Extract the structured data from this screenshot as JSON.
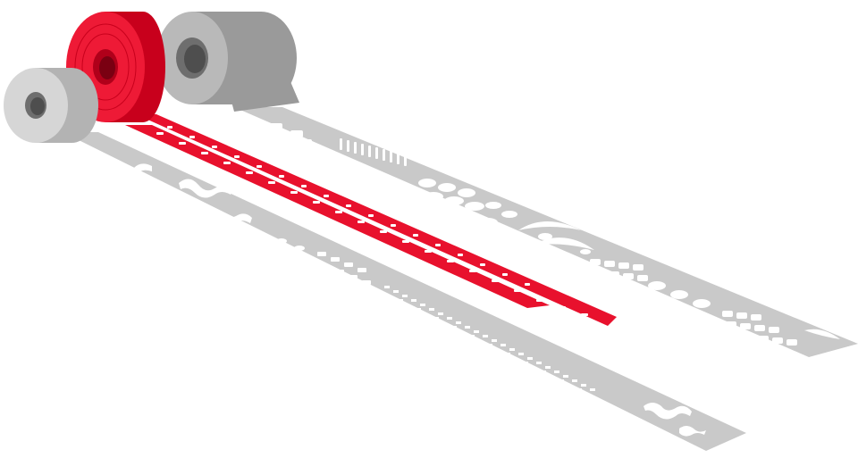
{
  "colors": {
    "background": "#ffffff",
    "tape_gray": "#c9c9c9",
    "tape_gray_dark": "#a8a8a8",
    "roll_face_gray": "#d6d6d6",
    "roll_side_gray": "#b3b3b3",
    "roll_large_face": "#b9b9b9",
    "roll_large_side": "#9a9a9a",
    "tape_red": "#e8112d",
    "roll_red_face": "#ee1a36",
    "roll_red_side": "#c8001c",
    "core_hole": "#6e6e6e",
    "cutout": "#ffffff"
  },
  "rolls": [
    {
      "name": "small-gray-roll",
      "color": "gray"
    },
    {
      "name": "red-roll",
      "color": "red"
    },
    {
      "name": "large-gray-roll",
      "color": "gray"
    }
  ],
  "tapes": [
    {
      "name": "front-gray-tape",
      "pattern": "puzzle-cutouts"
    },
    {
      "name": "red-tape",
      "pattern": "slots"
    },
    {
      "name": "back-gray-tape",
      "pattern": "mixed-shapes"
    }
  ]
}
